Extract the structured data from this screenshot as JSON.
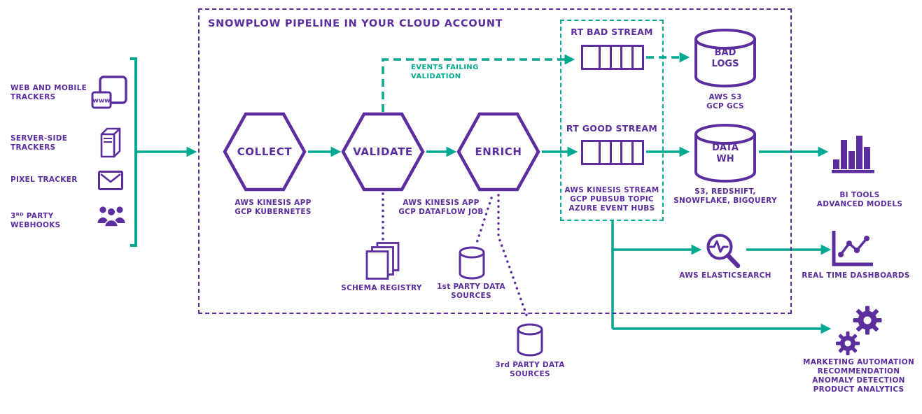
{
  "colors": {
    "purple": "#5b2d9e",
    "teal": "#00a98f"
  },
  "title": "SNOWPLOW PIPELINE IN YOUR CLOUD ACCOUNT",
  "sources": {
    "web": "WEB AND MOBILE\nTRACKERS",
    "server": "SERVER-SIDE\nTRACKERS",
    "pixel": "PIXEL TRACKER",
    "webhooks": "3ᴿᴰ PARTY\nWEBHOOKS",
    "browser_icon_text": "www"
  },
  "pipeline": {
    "collect": "COLLECT",
    "validate": "VALIDATE",
    "enrich": "ENRICH",
    "collect_sub": "AWS KINESIS APP\nGCP KUBERNETES",
    "enrich_sub": "AWS KINESIS APP\nGCP DATAFLOW JOB",
    "failing_label": "EVENTS FAILING VALIDATION"
  },
  "streams": {
    "bad": "RT BAD STREAM",
    "good": "RT GOOD STREAM",
    "tech": "AWS KINESIS STREAM\nGCP PUBSUB TOPIC\nAZURE EVENT HUBS"
  },
  "storage": {
    "bad_logs": "BAD\nLOGS",
    "bad_logs_sub": "AWS S3\nGCP GCS",
    "data_wh": "DATA\nWH",
    "data_wh_sub": "S3, REDSHIFT,\nSNOWFLAKE, BIGQUERY"
  },
  "outputs": {
    "bi": "BI TOOLS\nADVANCED MODELS",
    "elasticsearch": "AWS ELASTICSEARCH",
    "dashboards": "REAL TIME DASHBOARDS",
    "ml": "MARKETING AUTOMATION\nRECOMMENDATION\nANOMALY DETECTION\nPRODUCT ANALYTICS"
  },
  "data_sources": {
    "schema_registry": "SCHEMA REGISTRY",
    "first_party": "1st PARTY DATA\nSOURCES",
    "third_party": "3rd PARTY DATA\nSOURCES"
  }
}
